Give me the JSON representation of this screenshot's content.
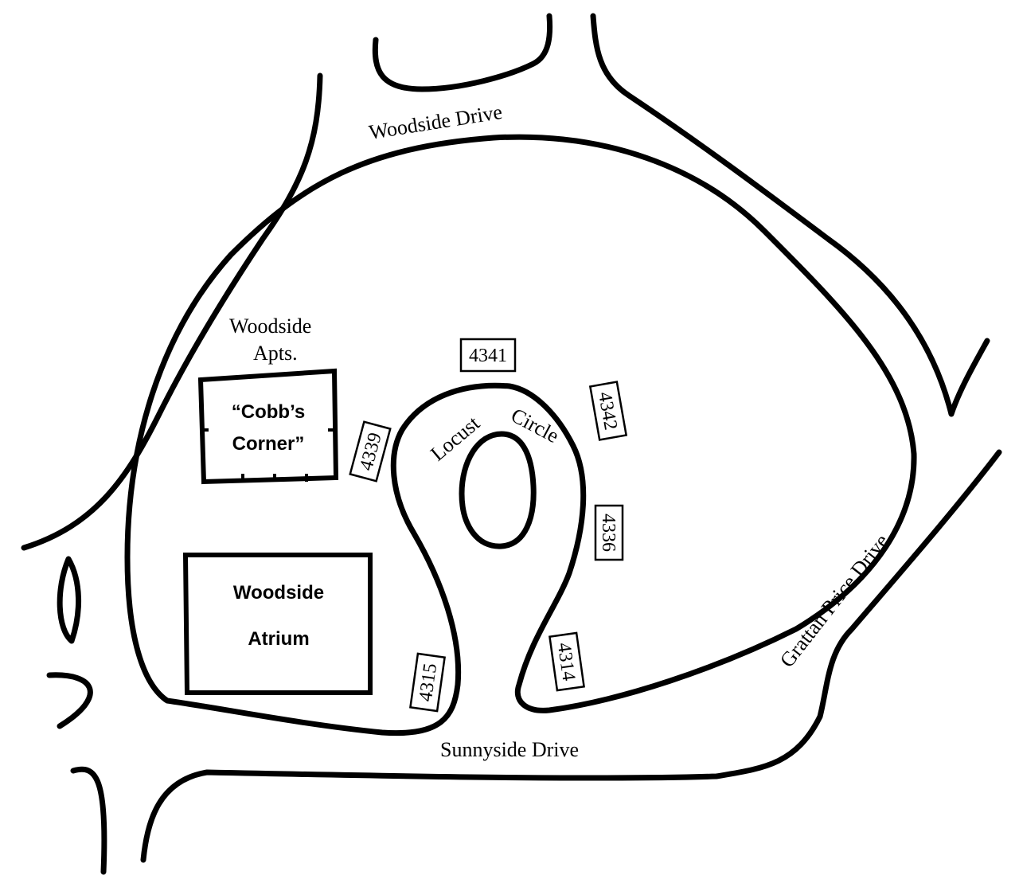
{
  "streets": {
    "woodside_drive": "Woodside Drive",
    "sunnyside_drive": "Sunnyside Drive",
    "grattan_price_drive": "Grattan Price Drive",
    "locust_circle_word1": "Locust",
    "locust_circle_word2": "Circle"
  },
  "places": {
    "woodside_apts_line1": "Woodside",
    "woodside_apts_line2": "Apts.",
    "cobbs_corner_line1": "“Cobb’s",
    "cobbs_corner_line2": "Corner”",
    "woodside_atrium_line1": "Woodside",
    "woodside_atrium_line2": "Atrium"
  },
  "addresses": {
    "a4341": "4341",
    "a4342": "4342",
    "a4339": "4339",
    "a4336": "4336",
    "a4315": "4315",
    "a4314": "4314"
  }
}
